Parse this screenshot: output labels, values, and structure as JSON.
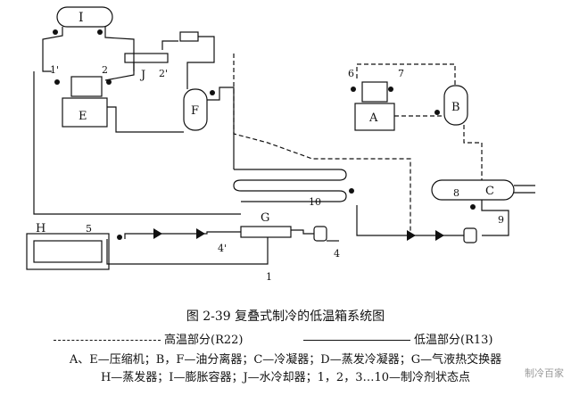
{
  "figure": {
    "caption": "图 2-39   复叠式制冷的低温箱系统图",
    "legend": {
      "high_temp": "高温部分(R22)",
      "low_temp": "低温部分(R13)"
    },
    "notes": [
      "A、E—压缩机；B，F—油分离器；C—冷凝器；D—蒸发冷凝器；G—气液热交换器",
      "H—蒸发器；I—膨胀容器；J—水冷却器；1，2，3…10—制冷剂状态点"
    ],
    "watermark": "制冷百家"
  },
  "components": {
    "I": "I",
    "J": "J",
    "E": "E",
    "F": "F",
    "A": "A",
    "B": "B",
    "C": "C",
    "G": "G",
    "H": "H"
  },
  "state_points": {
    "p1": "1",
    "p1p": "1'",
    "p2": "2",
    "p2p": "2'",
    "p4": "4",
    "p4p": "4'",
    "p5": "5",
    "p6": "6",
    "p7": "7",
    "p8": "8",
    "p9": "9",
    "p10": "10"
  }
}
